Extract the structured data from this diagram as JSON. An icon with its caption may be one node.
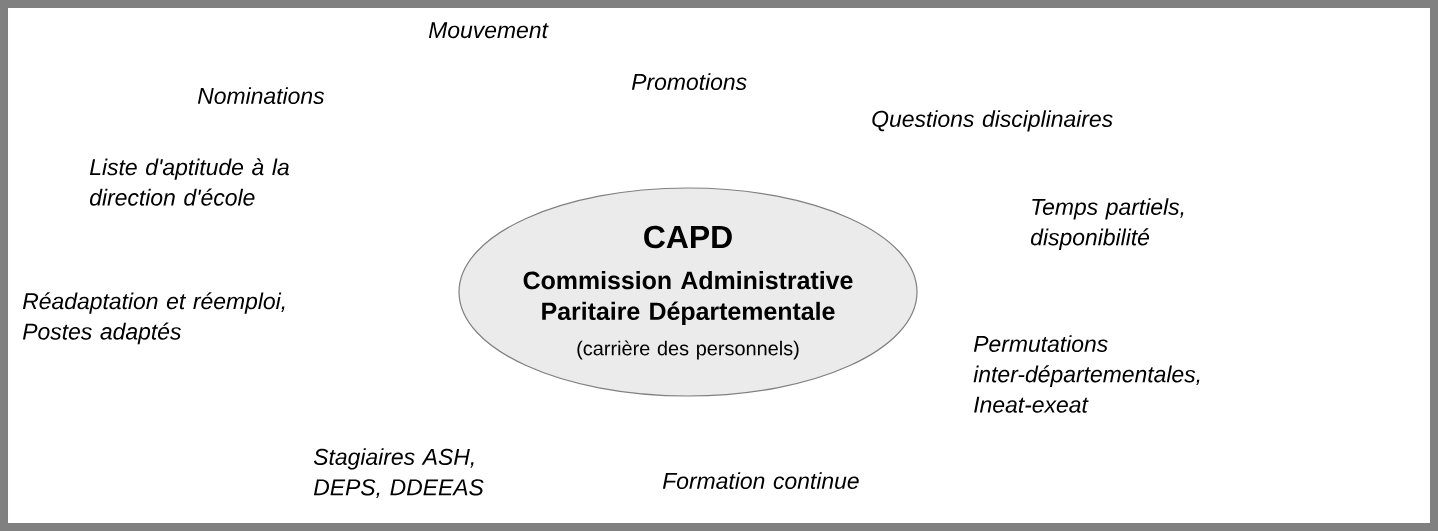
{
  "diagram": {
    "nodes": [
      {
        "text": [
          "CAPD",
          "Commission Administrative Paritaire Départementale",
          "(carrière des personnels)"
        ]
      }
    ],
    "labels": [
      "Mouvement",
      "Promotions",
      "Nominations",
      "Questions disciplinaires",
      "Liste d'aptitude à la direction d'école",
      "Temps partiels, disponibilité",
      "Réadaptation et réemploi, Postes adaptés",
      "Permutations inter-départementales, Ineat-exeat",
      "Stagiaires ASH, DEPS, DDEEAS",
      "Formation continue"
    ]
  }
}
